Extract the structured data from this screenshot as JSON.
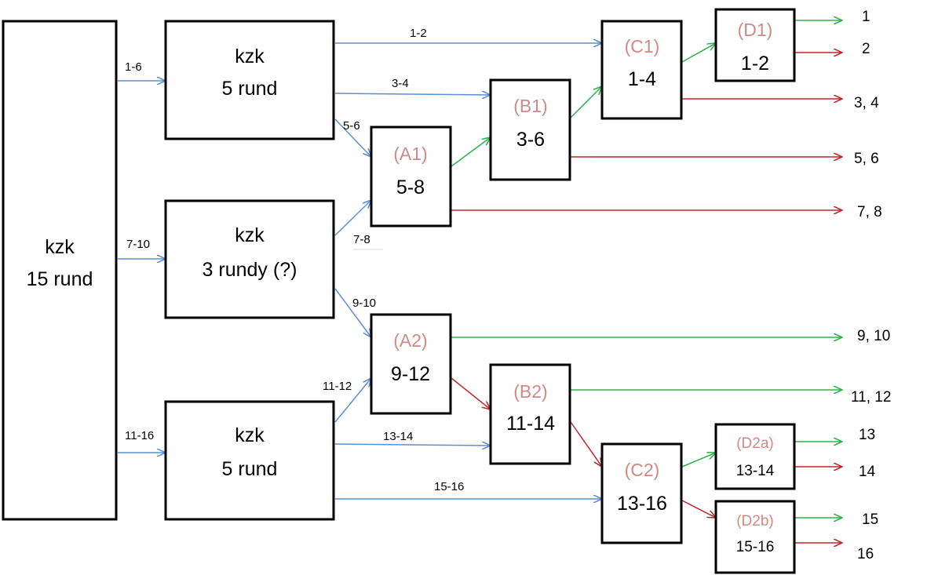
{
  "colors": {
    "blue": "#5b8fd4",
    "green": "#2fb24d",
    "red": "#c0282b",
    "code": "#d08a86"
  },
  "boxes": {
    "main": {
      "line1": "kzk",
      "line2": "15 rund"
    },
    "g1": {
      "line1": "kzk",
      "line2": "5 rund"
    },
    "g2": {
      "line1": "kzk",
      "line2": "3 rundy (?)"
    },
    "g3": {
      "line1": "kzk",
      "line2": "5 rund"
    },
    "a1": {
      "code": "(A1)",
      "range": "5-8"
    },
    "a2": {
      "code": "(A2)",
      "range": "9-12"
    },
    "b1": {
      "code": "(B1)",
      "range": "3-6"
    },
    "b2": {
      "code": "(B2)",
      "range": "11-14"
    },
    "c1": {
      "code": "(C1)",
      "range": "1-4"
    },
    "c2": {
      "code": "(C2)",
      "range": "13-16"
    },
    "d1": {
      "code": "(D1)",
      "range": "1-2"
    },
    "d2a": {
      "code": "(D2a)",
      "range": "13-14"
    },
    "d2b": {
      "code": "(D2b)",
      "range": "15-16"
    }
  },
  "edges": {
    "main_g1": "1-6",
    "main_g2": "7-10",
    "main_g3": "11-16",
    "g1_c1": "1-2",
    "g1_b1": "3-4",
    "g1_a1": "5-6",
    "g2_a1": "7-8",
    "g2_a2": "9-10",
    "g3_a2": "11-12",
    "g3_b2": "13-14",
    "g3_c2": "15-16"
  },
  "results": {
    "r1": "1",
    "r2": "2",
    "r34": "3, 4",
    "r56": "5, 6",
    "r78": "7, 8",
    "r910": "9, 10",
    "r1112": "11, 12",
    "r13": "13",
    "r14": "14",
    "r15": "15",
    "r16": "16"
  }
}
